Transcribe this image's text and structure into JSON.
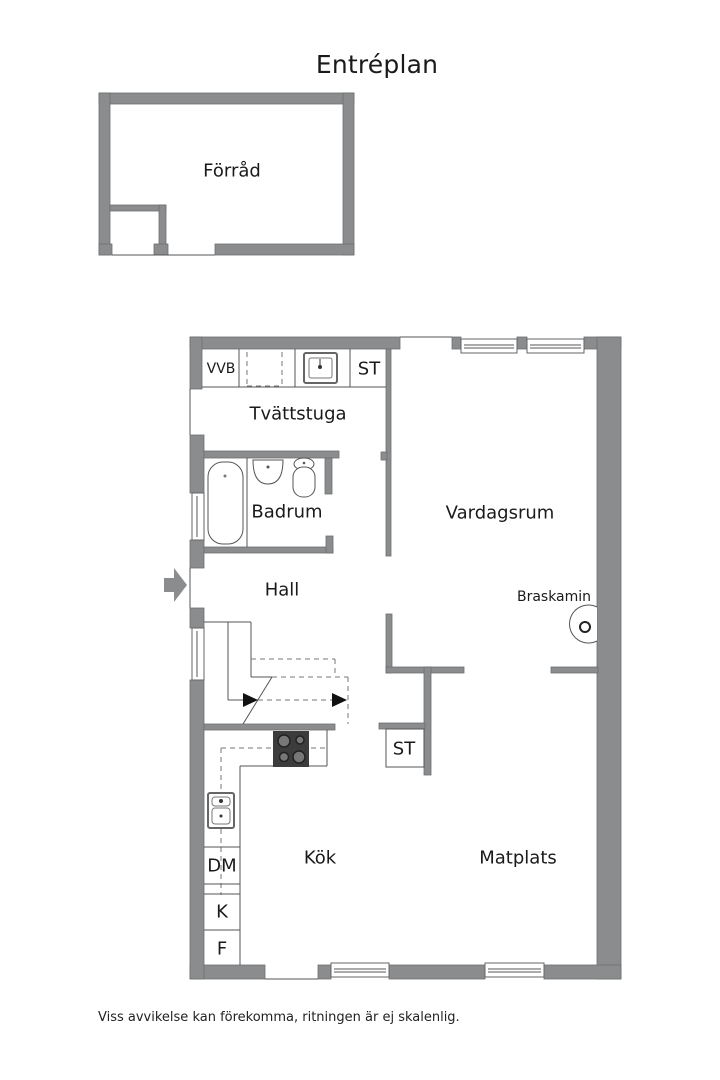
{
  "title": "Entréplan",
  "colors": {
    "wall": "#8a8c8e",
    "wall_stroke": "#6d6f71",
    "line": "#555555",
    "appliance_dark": "#3c3c3c"
  },
  "rooms": {
    "forrad": "Förråd",
    "tvattstuga": "Tvättstuga",
    "badrum": "Badrum",
    "vardagsrum": "Vardagsrum",
    "hall": "Hall",
    "kok": "Kök",
    "matplats": "Matplats"
  },
  "fixtures": {
    "vvb": "VVB",
    "st_laundry": "ST",
    "st_hall": "ST",
    "braskamin": "Braskamin",
    "dm": "DM",
    "k": "K",
    "f": "F"
  },
  "icons": {
    "entrance": "entrance-arrow-icon",
    "stove": "stove-icon",
    "sink": "sink-icon",
    "bathtub": "bathtub-icon",
    "toilet": "toilet-icon",
    "fireplace": "fireplace-icon"
  },
  "footer": "Viss avvikelse kan förekomma, ritningen är ej skalenlig."
}
